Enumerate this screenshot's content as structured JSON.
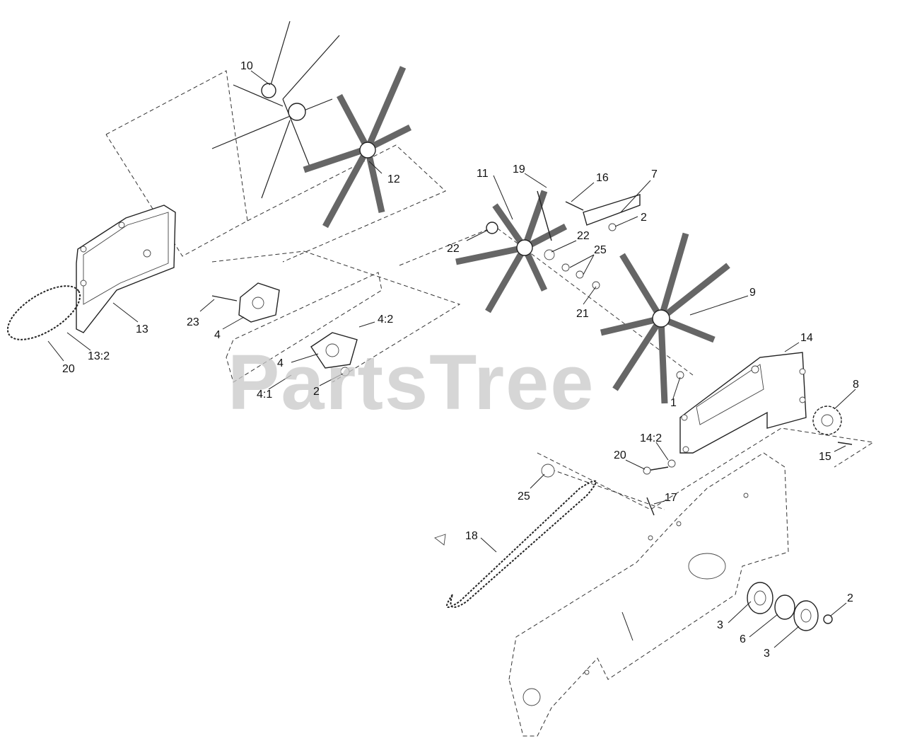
{
  "watermark": "PartsTree",
  "callouts": {
    "c1": "1",
    "c2a": "2",
    "c2b": "2",
    "c2c": "2",
    "c3a": "3",
    "c3b": "3",
    "c4a": "4",
    "c4b": "4",
    "c4_1": "4:1",
    "c4_2": "4:2",
    "c6": "6",
    "c7": "7",
    "c8": "8",
    "c9": "9",
    "c10": "10",
    "c11": "11",
    "c12": "12",
    "c13": "13",
    "c13_2": "13:2",
    "c14": "14",
    "c14_2": "14:2",
    "c15": "15",
    "c16": "16",
    "c17": "17",
    "c18": "18",
    "c19": "19",
    "c20a": "20",
    "c20b": "20",
    "c21": "21",
    "c22a": "22",
    "c22b": "22",
    "c23": "23",
    "c25a": "25",
    "c25b": "25"
  }
}
